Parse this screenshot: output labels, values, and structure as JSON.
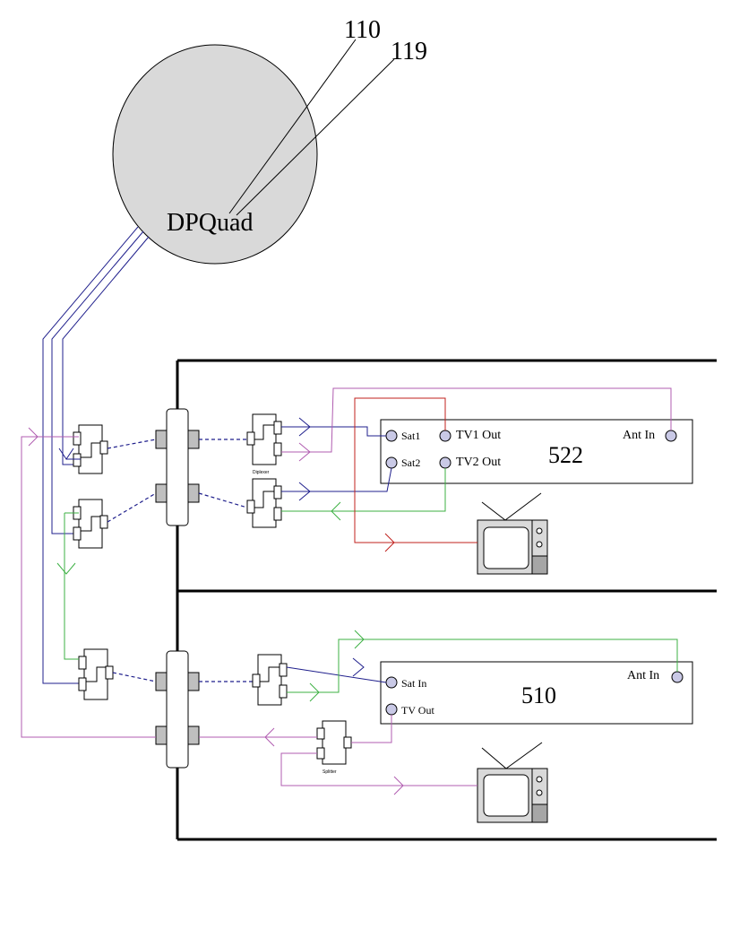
{
  "dish": {
    "label": "DPQuad",
    "ref_110": "110",
    "ref_119": "119",
    "fill_color": "#d9d9d9"
  },
  "room1": {
    "receiver": {
      "model": "522",
      "sat1_label": "Sat1",
      "sat2_label": "Sat2",
      "tv1_out_label": "TV1 Out",
      "tv2_out_label": "TV2 Out",
      "ant_in_label": "Ant In"
    },
    "diplexer_label": "Diplexer"
  },
  "room2": {
    "receiver": {
      "model": "510",
      "sat_in_label": "Sat In",
      "tv_out_label": "TV Out",
      "ant_in_label": "Ant In"
    },
    "splitter_label": "Splitter"
  },
  "colors": {
    "sat_line": "#1f1f8c",
    "green_line": "#3cb043",
    "red_line": "#c0201c",
    "purple_line": "#b05cb0",
    "wall_outline": "#000000",
    "box_gray": "#bfbfbf"
  }
}
